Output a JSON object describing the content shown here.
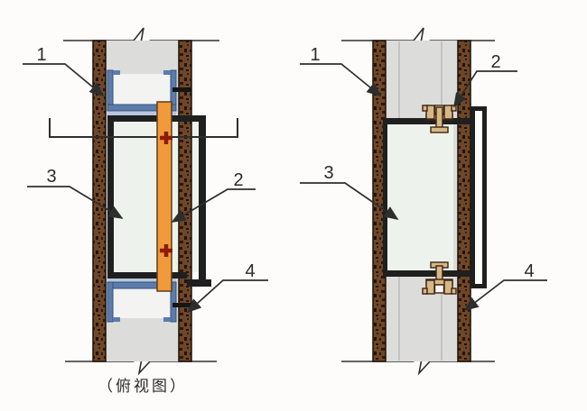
{
  "caption": {
    "text": "（俯视图）"
  },
  "left_view": {
    "labels": {
      "n1": "1",
      "n2": "2",
      "n3": "3",
      "n4": "4"
    }
  },
  "right_view": {
    "labels": {
      "n1": "1",
      "n2": "2",
      "n3": "3",
      "n4": "4"
    }
  },
  "colors": {
    "masonry_brown": "#6e4729",
    "masonry_speckle": "#2a1609",
    "infill_gray": "#dcdcda",
    "glass_green": "#edf3ec",
    "frame_black": "#1f1f1f",
    "channel_blue": "#5c7dab",
    "channel_blue_light": "#b9c7dd",
    "mullion_orange": "#f09a3c",
    "screw_red": "#8c1c00",
    "bracket_tan": "#d8b787",
    "line_dark": "#2e2e2e"
  }
}
